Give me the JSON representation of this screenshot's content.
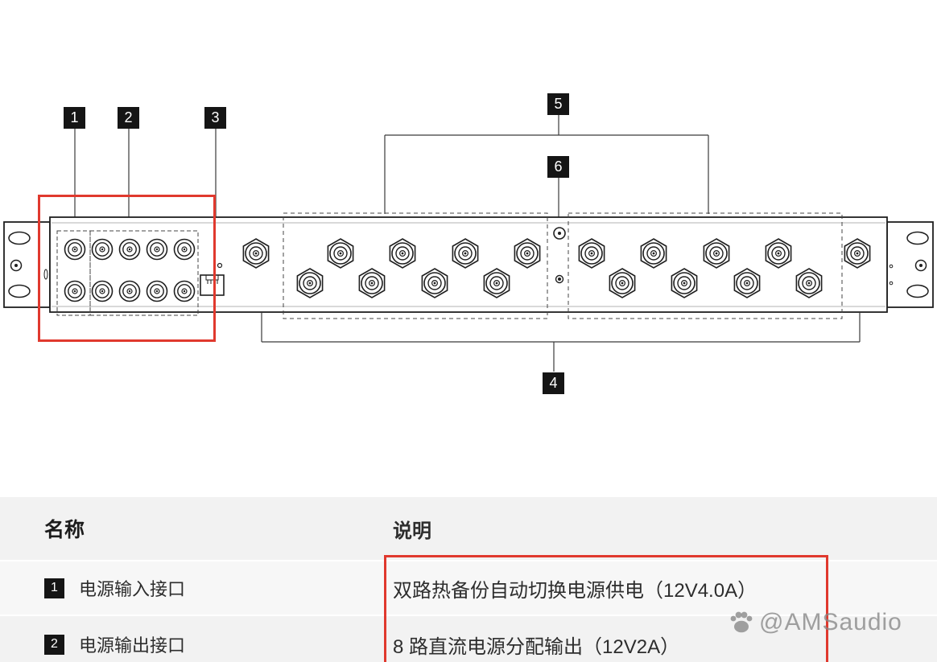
{
  "diagram": {
    "callouts": [
      {
        "label": "1"
      },
      {
        "label": "2"
      },
      {
        "label": "3"
      },
      {
        "label": "4"
      },
      {
        "label": "5"
      },
      {
        "label": "6"
      }
    ]
  },
  "legend": {
    "headers": {
      "name": "名称",
      "description": "说明"
    },
    "rows": [
      {
        "num": "1",
        "name": "电源输入接口",
        "description": "双路热备份自动切换电源供电（12V4.0A）"
      },
      {
        "num": "2",
        "name": "电源输出接口",
        "description": "8 路直流电源分配输出（12V2A）"
      }
    ]
  },
  "watermark": {
    "text": "@AMSaudio"
  },
  "colors": {
    "highlight_red": "#e0392e",
    "callout_black": "#151515",
    "table_gray": "#f2f2f2"
  }
}
